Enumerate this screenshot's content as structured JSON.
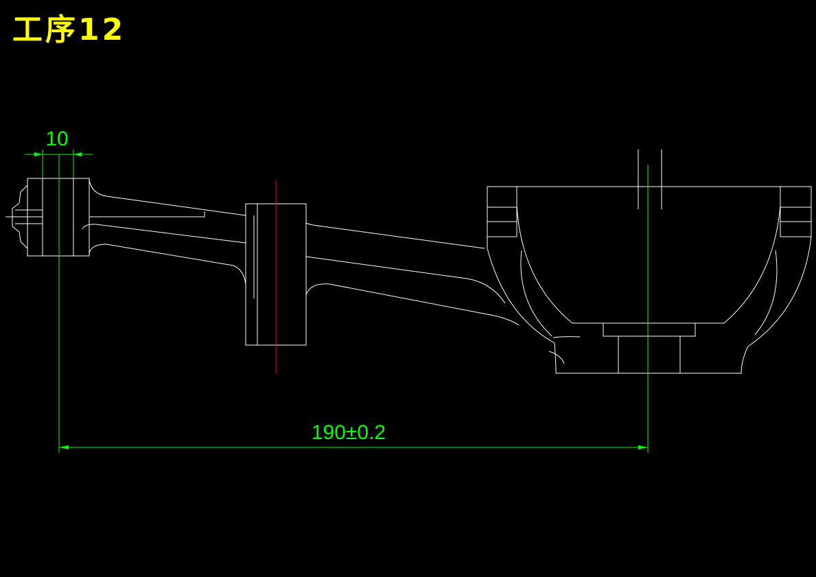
{
  "title": "工序12",
  "dimensions": {
    "width_label": "10",
    "length_label": "190±0.2"
  },
  "colors": {
    "title": "#ffff00",
    "outline": "#ffffff",
    "dimension": "#00ff00",
    "centerline": "#ff0000",
    "background": "#000000"
  }
}
